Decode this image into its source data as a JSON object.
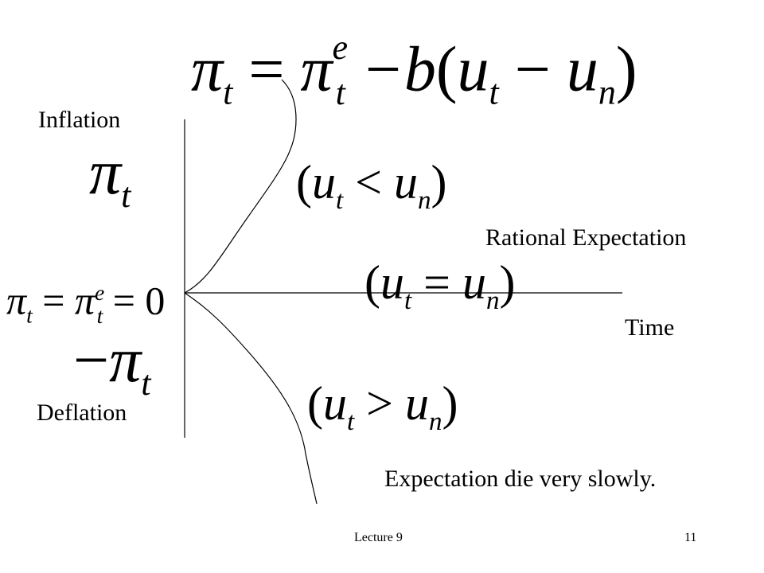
{
  "slide": {
    "main_equation": {
      "lhs": "π",
      "lhs_sub": "t",
      "eq": "=",
      "exp": "π",
      "exp_sub": "t",
      "exp_sup": "e",
      "minus_b": "−b",
      "open_paren": "(",
      "u1": "u",
      "u1_sub": "t",
      "minus": "−",
      "u2": "u",
      "u2_sub": "n",
      "close_paren": ")"
    },
    "labels": {
      "inflation": "Inflation",
      "deflation": "Deflation",
      "rational_expectation": "Rational Expectation",
      "time": "Time",
      "note": "Expectation die very slowly."
    },
    "symbols": {
      "pi_t": {
        "sym": "π",
        "sub": "t"
      },
      "neg_pi_t": {
        "neg": "−",
        "sym": "π",
        "sub": "t"
      },
      "zero_eq": {
        "pi": "π",
        "pi_sub": "t",
        "eq1": "=",
        "pie": "π",
        "pie_sub": "t",
        "pie_sup": "e",
        "eq2": "=",
        "zero": "0"
      }
    },
    "conditions": {
      "upper": {
        "open": "(",
        "u1": "u",
        "u1_sub": "t",
        "op": "<",
        "u2": "u",
        "u2_sub": "n",
        "close": ")"
      },
      "middle": {
        "open": "(",
        "u1": "u",
        "u1_sub": "t",
        "op": "=",
        "u2": "u",
        "u2_sub": "n",
        "close": ")"
      },
      "lower": {
        "open": "(",
        "u1": "u",
        "u1_sub": "t",
        "op": ">",
        "u2": "u",
        "u2_sub": "n",
        "close": ")"
      }
    },
    "footer": {
      "lecture": "Lecture 9",
      "page": "11"
    }
  }
}
